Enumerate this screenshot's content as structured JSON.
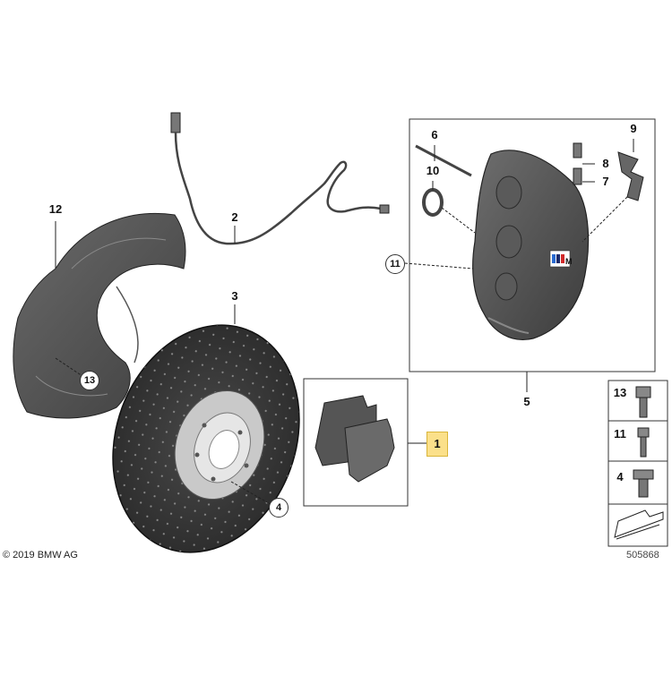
{
  "diagram": {
    "labels": {
      "pads": "1",
      "sensor": "2",
      "disc": "3",
      "disc_screw": "4",
      "caliper": "5",
      "bleed_pin": "6",
      "bleed_valve_7": "7",
      "bleed_valve_8": "8",
      "spring_clip": "9",
      "seal_ring": "10",
      "caliper_bolt": "11",
      "shield": "12",
      "shield_bolt": "13"
    },
    "side_panel": {
      "item_13": "13",
      "item_11": "11",
      "item_4": "4"
    },
    "badge_text": "M",
    "copyright": "© 2019 BMW AG",
    "reference_number": "505868"
  }
}
